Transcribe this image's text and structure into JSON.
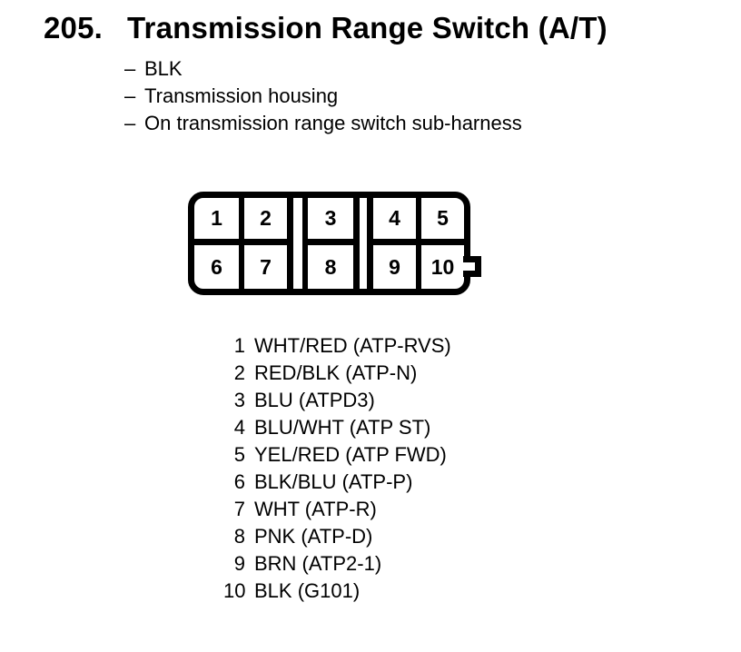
{
  "colors": {
    "ink": "#000000",
    "paper": "#ffffff"
  },
  "heading": {
    "number": "205.",
    "title": "Transmission Range Switch (A/T)"
  },
  "notes": {
    "dash": "–",
    "items": [
      "BLK",
      "Transmission housing",
      "On transmission range switch sub-harness"
    ]
  },
  "connector": {
    "description": "10-cavity connector, rear view, keying tab on right",
    "cells": [
      "1",
      "2",
      "3",
      "4",
      "5",
      "6",
      "7",
      "8",
      "9",
      "10"
    ]
  },
  "pin_list": {
    "rows": [
      {
        "pin": "1",
        "desc": "WHT/RED (ATP-RVS)"
      },
      {
        "pin": "2",
        "desc": "RED/BLK (ATP-N)"
      },
      {
        "pin": "3",
        "desc": "BLU (ATPD3)"
      },
      {
        "pin": "4",
        "desc": "BLU/WHT (ATP ST)"
      },
      {
        "pin": "5",
        "desc": "YEL/RED (ATP FWD)"
      },
      {
        "pin": "6",
        "desc": "BLK/BLU (ATP-P)"
      },
      {
        "pin": "7",
        "desc": "WHT (ATP-R)"
      },
      {
        "pin": "8",
        "desc": "PNK (ATP-D)"
      },
      {
        "pin": "9",
        "desc": "BRN (ATP2-1)"
      },
      {
        "pin": "10",
        "desc": "BLK (G101)"
      }
    ]
  }
}
